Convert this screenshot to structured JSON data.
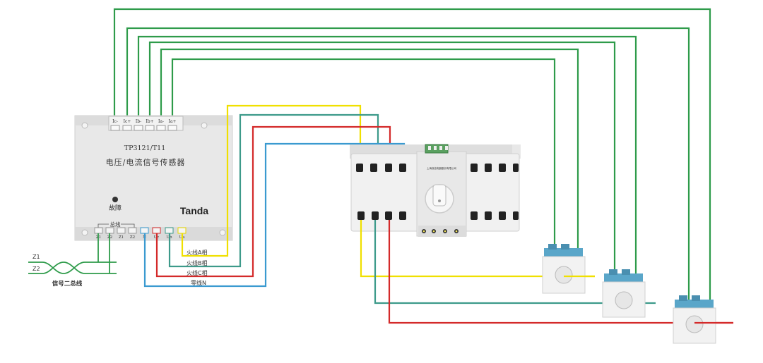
{
  "sensor": {
    "model": "TP3121/T11",
    "name": "电压/电流信号传感器",
    "brand": "Tanda",
    "fault_label": "故障",
    "bus_label": "总线",
    "top_terminals": [
      "Ic-",
      "Ic+",
      "Ib-",
      "Ib+",
      "Ia-",
      "Ia+"
    ],
    "bottom_terminals": [
      "Z1",
      "Z2",
      "Z1",
      "Z2",
      "N",
      "Uc",
      "Ub",
      "Ua"
    ]
  },
  "wire_labels": {
    "phase_a": "火线A相",
    "phase_b": "火线B相",
    "phase_c": "火线C相",
    "neutral": "零线N"
  },
  "bus": {
    "z1": "Z1",
    "z2": "Z2",
    "caption": "信号二总线"
  },
  "switch": {
    "label_left": "上海良信电器股份有限公司"
  },
  "colors": {
    "wire_green": "#2e9b4a",
    "wire_yellow": "#f0e000",
    "wire_teal": "#3d9a8a",
    "wire_red": "#d42a2a",
    "wire_blue": "#3a9ad0",
    "ct_blue": "#5aa6c9"
  }
}
